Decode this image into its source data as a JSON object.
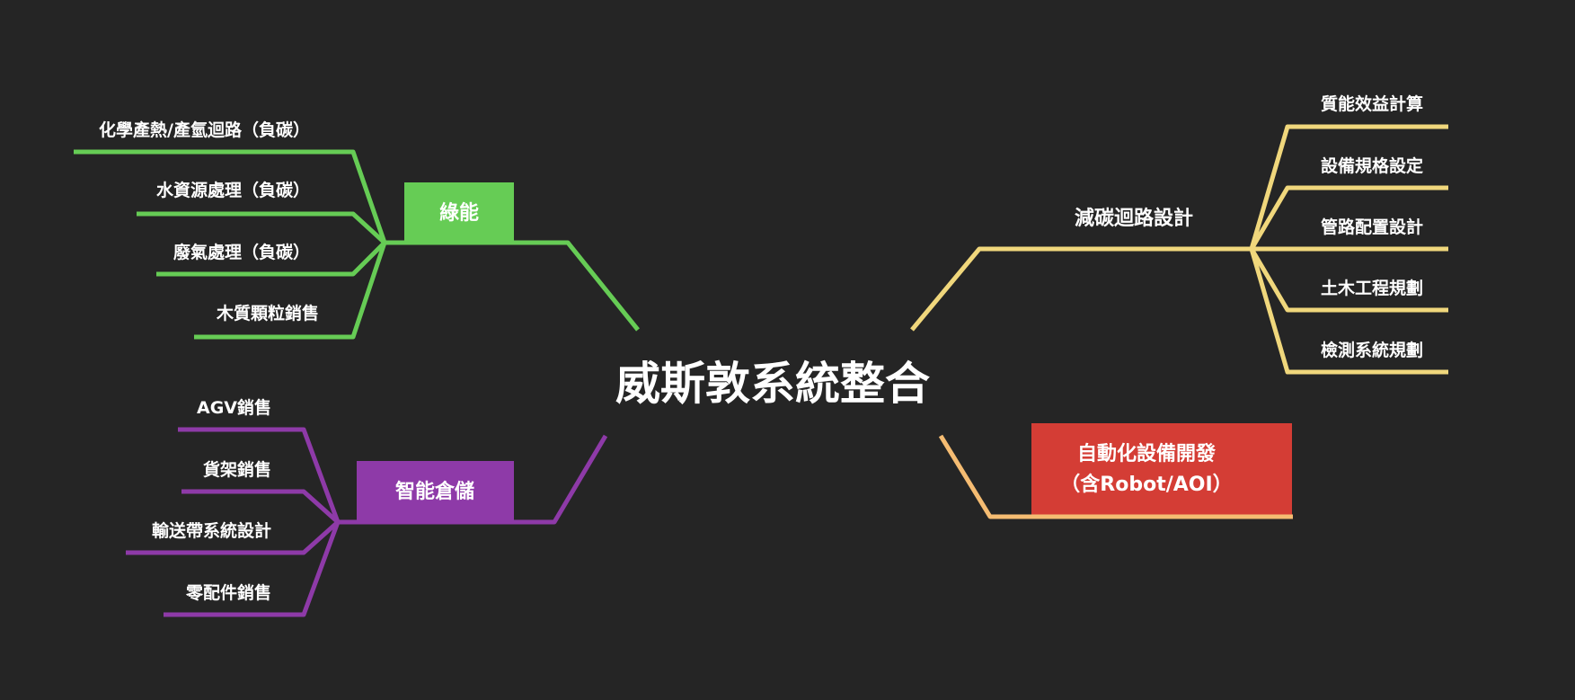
{
  "colors": {
    "background": "#252525",
    "green": "#66cc55",
    "purple": "#8e3aa8",
    "yellow": "#f0d77c",
    "orange": "#f5bc72",
    "red": "#d43d35",
    "text": "#ffffff"
  },
  "center": {
    "title": "威斯敦系統整合"
  },
  "branches": {
    "green_energy": {
      "label": "綠能",
      "items": [
        "化學產熱/產氫迴路（負碳）",
        "水資源處理（負碳）",
        "廢氣處理（負碳）",
        "木質顆粒銷售"
      ]
    },
    "smart_warehouse": {
      "label": "智能倉儲",
      "items": [
        "AGV銷售",
        "貨架銷售",
        "輸送帶系統設計",
        "零配件銷售"
      ]
    },
    "carbon_loop": {
      "label": "減碳迴路設計",
      "items": [
        "質能效益計算",
        "設備規格設定",
        "管路配置設計",
        "土木工程規劃",
        "檢測系統規劃"
      ]
    },
    "automation": {
      "label_line1": "自動化設備開發",
      "label_line2": "（含Robot/AOI）"
    }
  }
}
